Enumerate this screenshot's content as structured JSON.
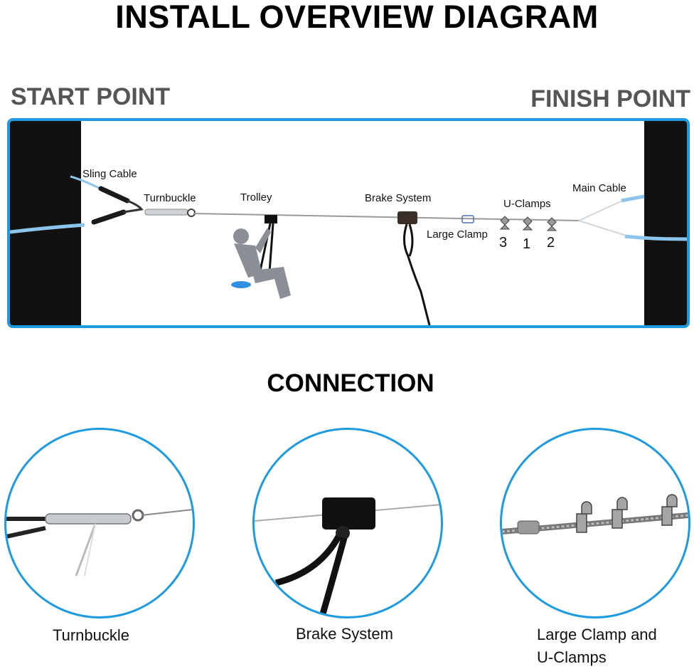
{
  "header": {
    "title": "INSTALL OVERVIEW DIAGRAM"
  },
  "points": {
    "start": "START POINT",
    "finish": "FINISH POINT"
  },
  "overview": {
    "labels": {
      "sling_cable": "Sling Cable",
      "turnbuckle": "Turnbuckle",
      "trolley": "Trolley",
      "brake_system": "Brake System",
      "large_clamp": "Large Clamp",
      "u_clamps": "U-Clamps",
      "main_cable": "Main Cable"
    },
    "clamp_order": [
      "3",
      "1",
      "2"
    ]
  },
  "connection": {
    "title": "CONNECTION",
    "items": [
      {
        "caption_line1": "Turnbuckle",
        "caption_line2": ""
      },
      {
        "caption_line1": "Brake System",
        "caption_line2": ""
      },
      {
        "caption_line1": "Large Clamp and",
        "caption_line2": "U-Clamps"
      }
    ]
  },
  "colors": {
    "accent": "#1e9be0",
    "tree": "#111111",
    "sling": "#8cc4ec",
    "rider": "#8a8f96",
    "seat": "#2f8fe0"
  }
}
